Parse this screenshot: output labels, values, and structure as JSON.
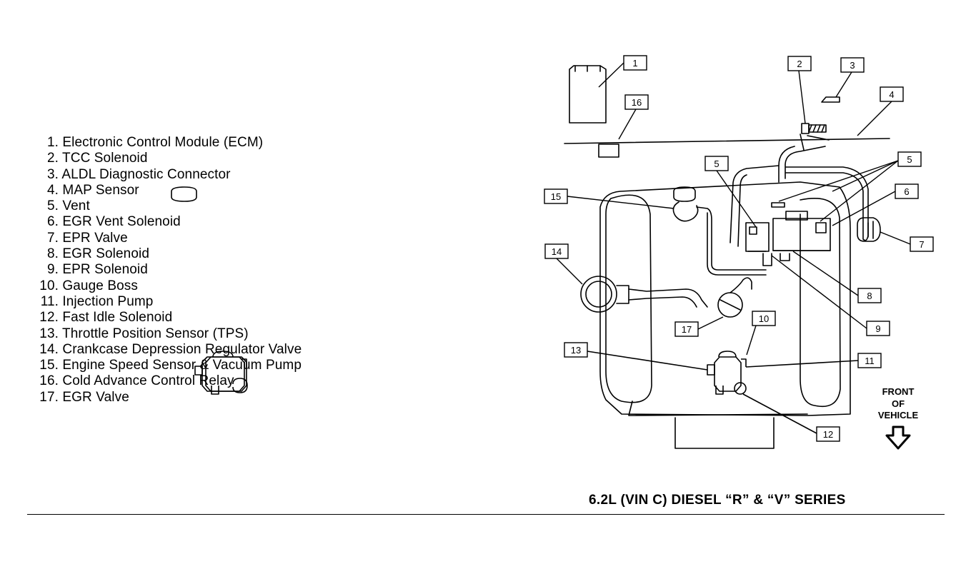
{
  "legend": [
    {
      "num": "1.",
      "label": "Electronic Control Module (ECM)"
    },
    {
      "num": "2.",
      "label": "TCC Solenoid"
    },
    {
      "num": "3.",
      "label": "ALDL Diagnostic Connector"
    },
    {
      "num": "4.",
      "label": "MAP Sensor"
    },
    {
      "num": "5.",
      "label": "Vent"
    },
    {
      "num": "6.",
      "label": "EGR Vent Solenoid"
    },
    {
      "num": "7.",
      "label": "EPR Valve"
    },
    {
      "num": "8.",
      "label": "EGR Solenoid"
    },
    {
      "num": "9.",
      "label": "EPR Solenoid"
    },
    {
      "num": "10.",
      "label": "Gauge Boss"
    },
    {
      "num": "11.",
      "label": "Injection Pump"
    },
    {
      "num": "12.",
      "label": "Fast Idle Solenoid"
    },
    {
      "num": "13.",
      "label": "Throttle Position Sensor (TPS)"
    },
    {
      "num": "14.",
      "label": "Crankcase Depression Regulator Valve"
    },
    {
      "num": "15.",
      "label": "Engine Speed Sensor & Vacuum Pump"
    },
    {
      "num": "16.",
      "label": "Cold Advance Control Relay"
    },
    {
      "num": "17.",
      "label": "EGR Valve"
    }
  ],
  "callouts": {
    "c1": "1",
    "c2": "2",
    "c3": "3",
    "c4": "4",
    "c5a": "5",
    "c5b": "5",
    "c6": "6",
    "c7": "7",
    "c8": "8",
    "c9": "9",
    "c10": "10",
    "c11": "11",
    "c12": "12",
    "c13": "13",
    "c14": "14",
    "c15": "15",
    "c16": "16",
    "c17": "17"
  },
  "front": {
    "line1": "FRONT",
    "line2": "OF",
    "line3": "VEHICLE"
  },
  "caption": "6.2L (VIN C) DIESEL “R” & “V” SERIES"
}
